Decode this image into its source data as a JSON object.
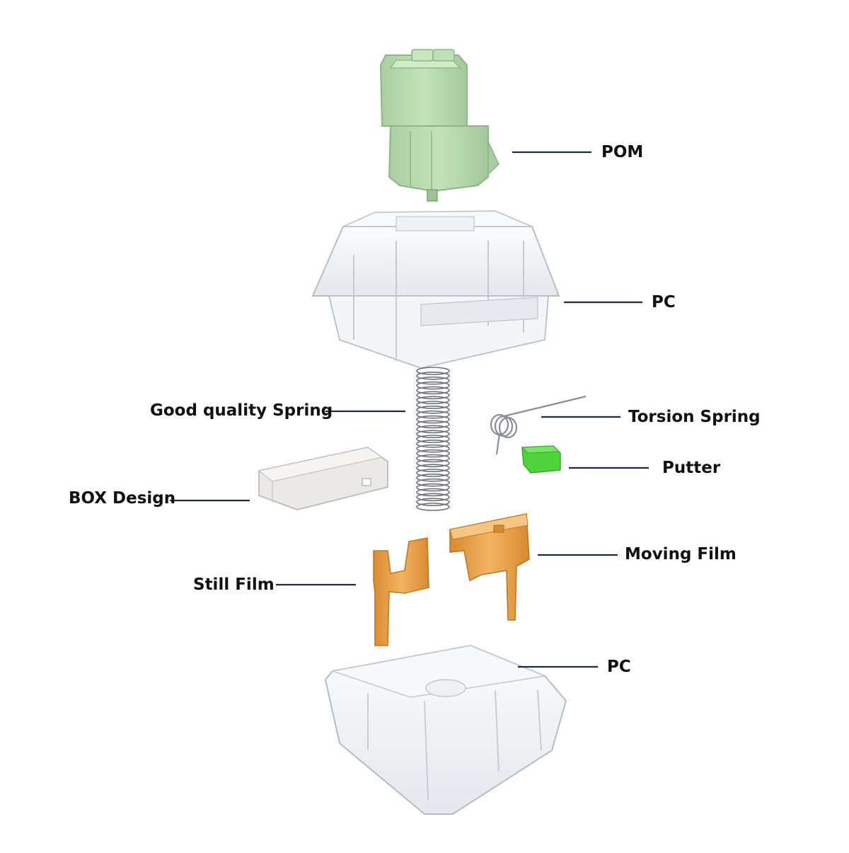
{
  "labels": {
    "pom": "POM",
    "pc_top": "PC",
    "spring": "Good quality Spring",
    "torsion_spring": "Torsion Spring",
    "putter": "Putter",
    "box_design": "BOX Design",
    "moving_film": "Moving Film",
    "still_film": "Still Film",
    "pc_bottom": "PC"
  },
  "colors": {
    "stem_green": "#b9dcb0",
    "putter_green": "#4fd43c",
    "film_orange": "#e9a24e",
    "housing_clear": "#eef1f4",
    "box_gray": "#e8e6e3",
    "leader_line": "#1f2a44"
  }
}
